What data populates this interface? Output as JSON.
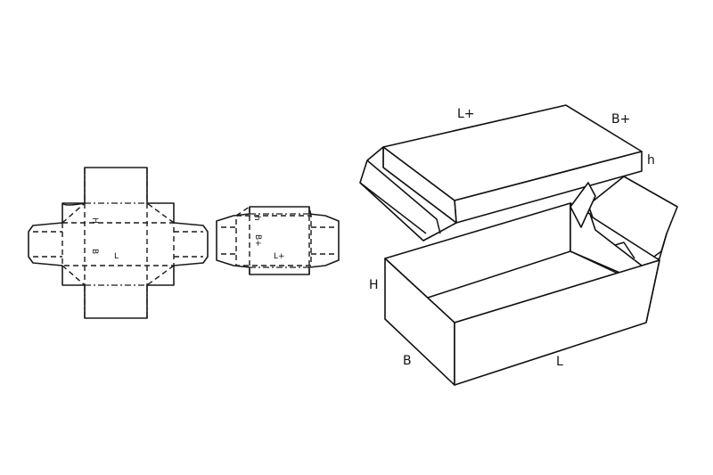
{
  "base_net": {
    "label_h": "H",
    "label_b": "B",
    "label_l": "L"
  },
  "lid_net": {
    "label_h": "h",
    "label_b": "B+",
    "label_l": "L+"
  },
  "box_3d": {
    "lid_length": "L+",
    "lid_width": "B+",
    "lid_height": "h",
    "base_height": "H",
    "base_width": "B",
    "base_length": "L"
  }
}
